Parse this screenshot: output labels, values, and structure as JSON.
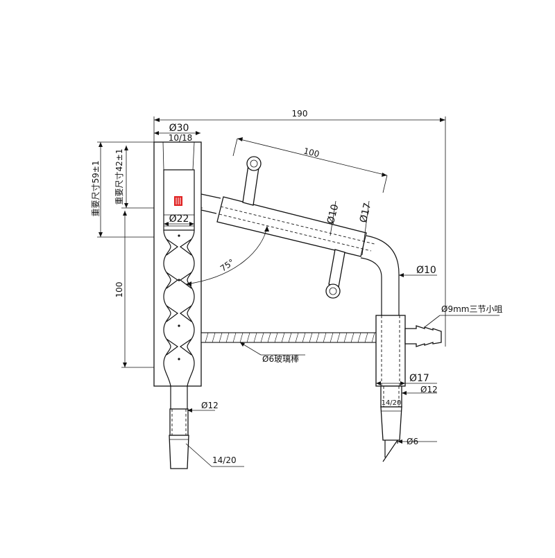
{
  "labels": {
    "overall_width": "190",
    "top_outer_diameter": "Ø30",
    "top_joint": "10/18",
    "neck_diameter": "Ø22",
    "required_59": "重要尺寸59±1",
    "required_42": "重要尺寸42±1",
    "column_length": "100",
    "condenser_length": "100",
    "condenser_inner": "Ø10",
    "condenser_outer": "Ø17",
    "angle": "75°",
    "bend_tube": "Ø10",
    "hose_barb": "Ø9mm三节小咀",
    "glass_rod": "Ø6玻璃棒",
    "receiver_diameter": "Ø17",
    "receiver_joint": "14/20",
    "receiver_tube": "Ø12",
    "drip_tip": "Ø6",
    "bottom_tube": "Ø12",
    "bottom_joint": "14/20"
  },
  "colors": {
    "line": "#111111",
    "mark": "#e02020"
  }
}
